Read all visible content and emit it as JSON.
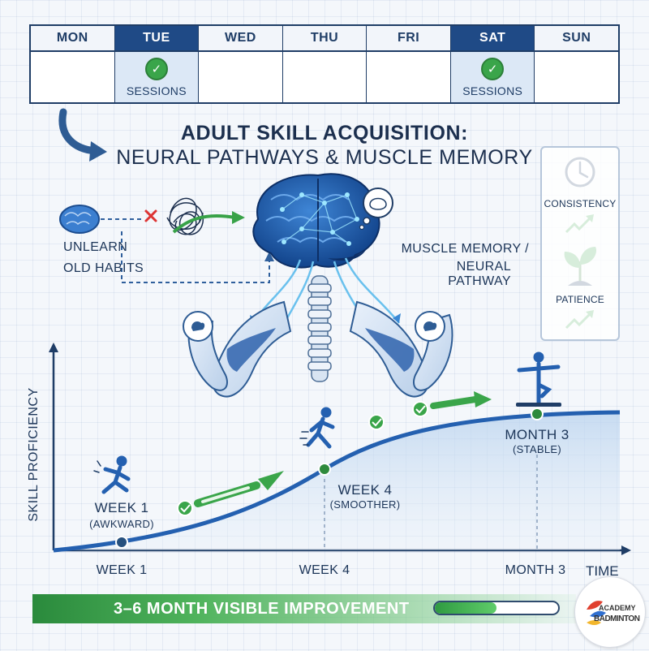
{
  "calendar": {
    "days": [
      {
        "label": "MON",
        "session": ""
      },
      {
        "label": "TUE",
        "session": "SESSIONS"
      },
      {
        "label": "WED",
        "session": ""
      },
      {
        "label": "THU",
        "session": ""
      },
      {
        "label": "FRI",
        "session": ""
      },
      {
        "label": "SAT",
        "session": "SESSIONS"
      },
      {
        "label": "SUN",
        "session": ""
      }
    ]
  },
  "title": "ADULT SKILL ACQUISITION:",
  "subtitle": "NEURAL PATHWAYS & MUSCLE MEMORY",
  "habits": {
    "line1": "UNLEARN",
    "line2": "OLD HABITS"
  },
  "muscle_memory": {
    "line1": "MUSCLE MEMORY /",
    "line2": "NEURAL PATHWAY"
  },
  "side_panel": {
    "consistency": "CONSISTENCY",
    "patience": "PATIENCE"
  },
  "chart": {
    "ylabel": "SKILL PROFICIENCY",
    "xlabel": "TIME",
    "ticks": [
      "WEEK 1",
      "WEEK 4",
      "MONTH 3"
    ],
    "milestones": [
      {
        "name": "WEEK 1",
        "note": "(AWKWARD)"
      },
      {
        "name": "WEEK 4",
        "note": "(SMOOTHER)"
      },
      {
        "name": "MONTH 3",
        "note": "(STABLE)"
      }
    ]
  },
  "bottom": {
    "text": "3–6 MONTH VISIBLE IMPROVEMENT",
    "progress": 0.5
  },
  "logo": {
    "line1": "ACADEMY",
    "line2": "BADMINTON"
  },
  "colors": {
    "navy": "#1f3d66",
    "blue": "#1f4a86",
    "green": "#3aa54a"
  }
}
